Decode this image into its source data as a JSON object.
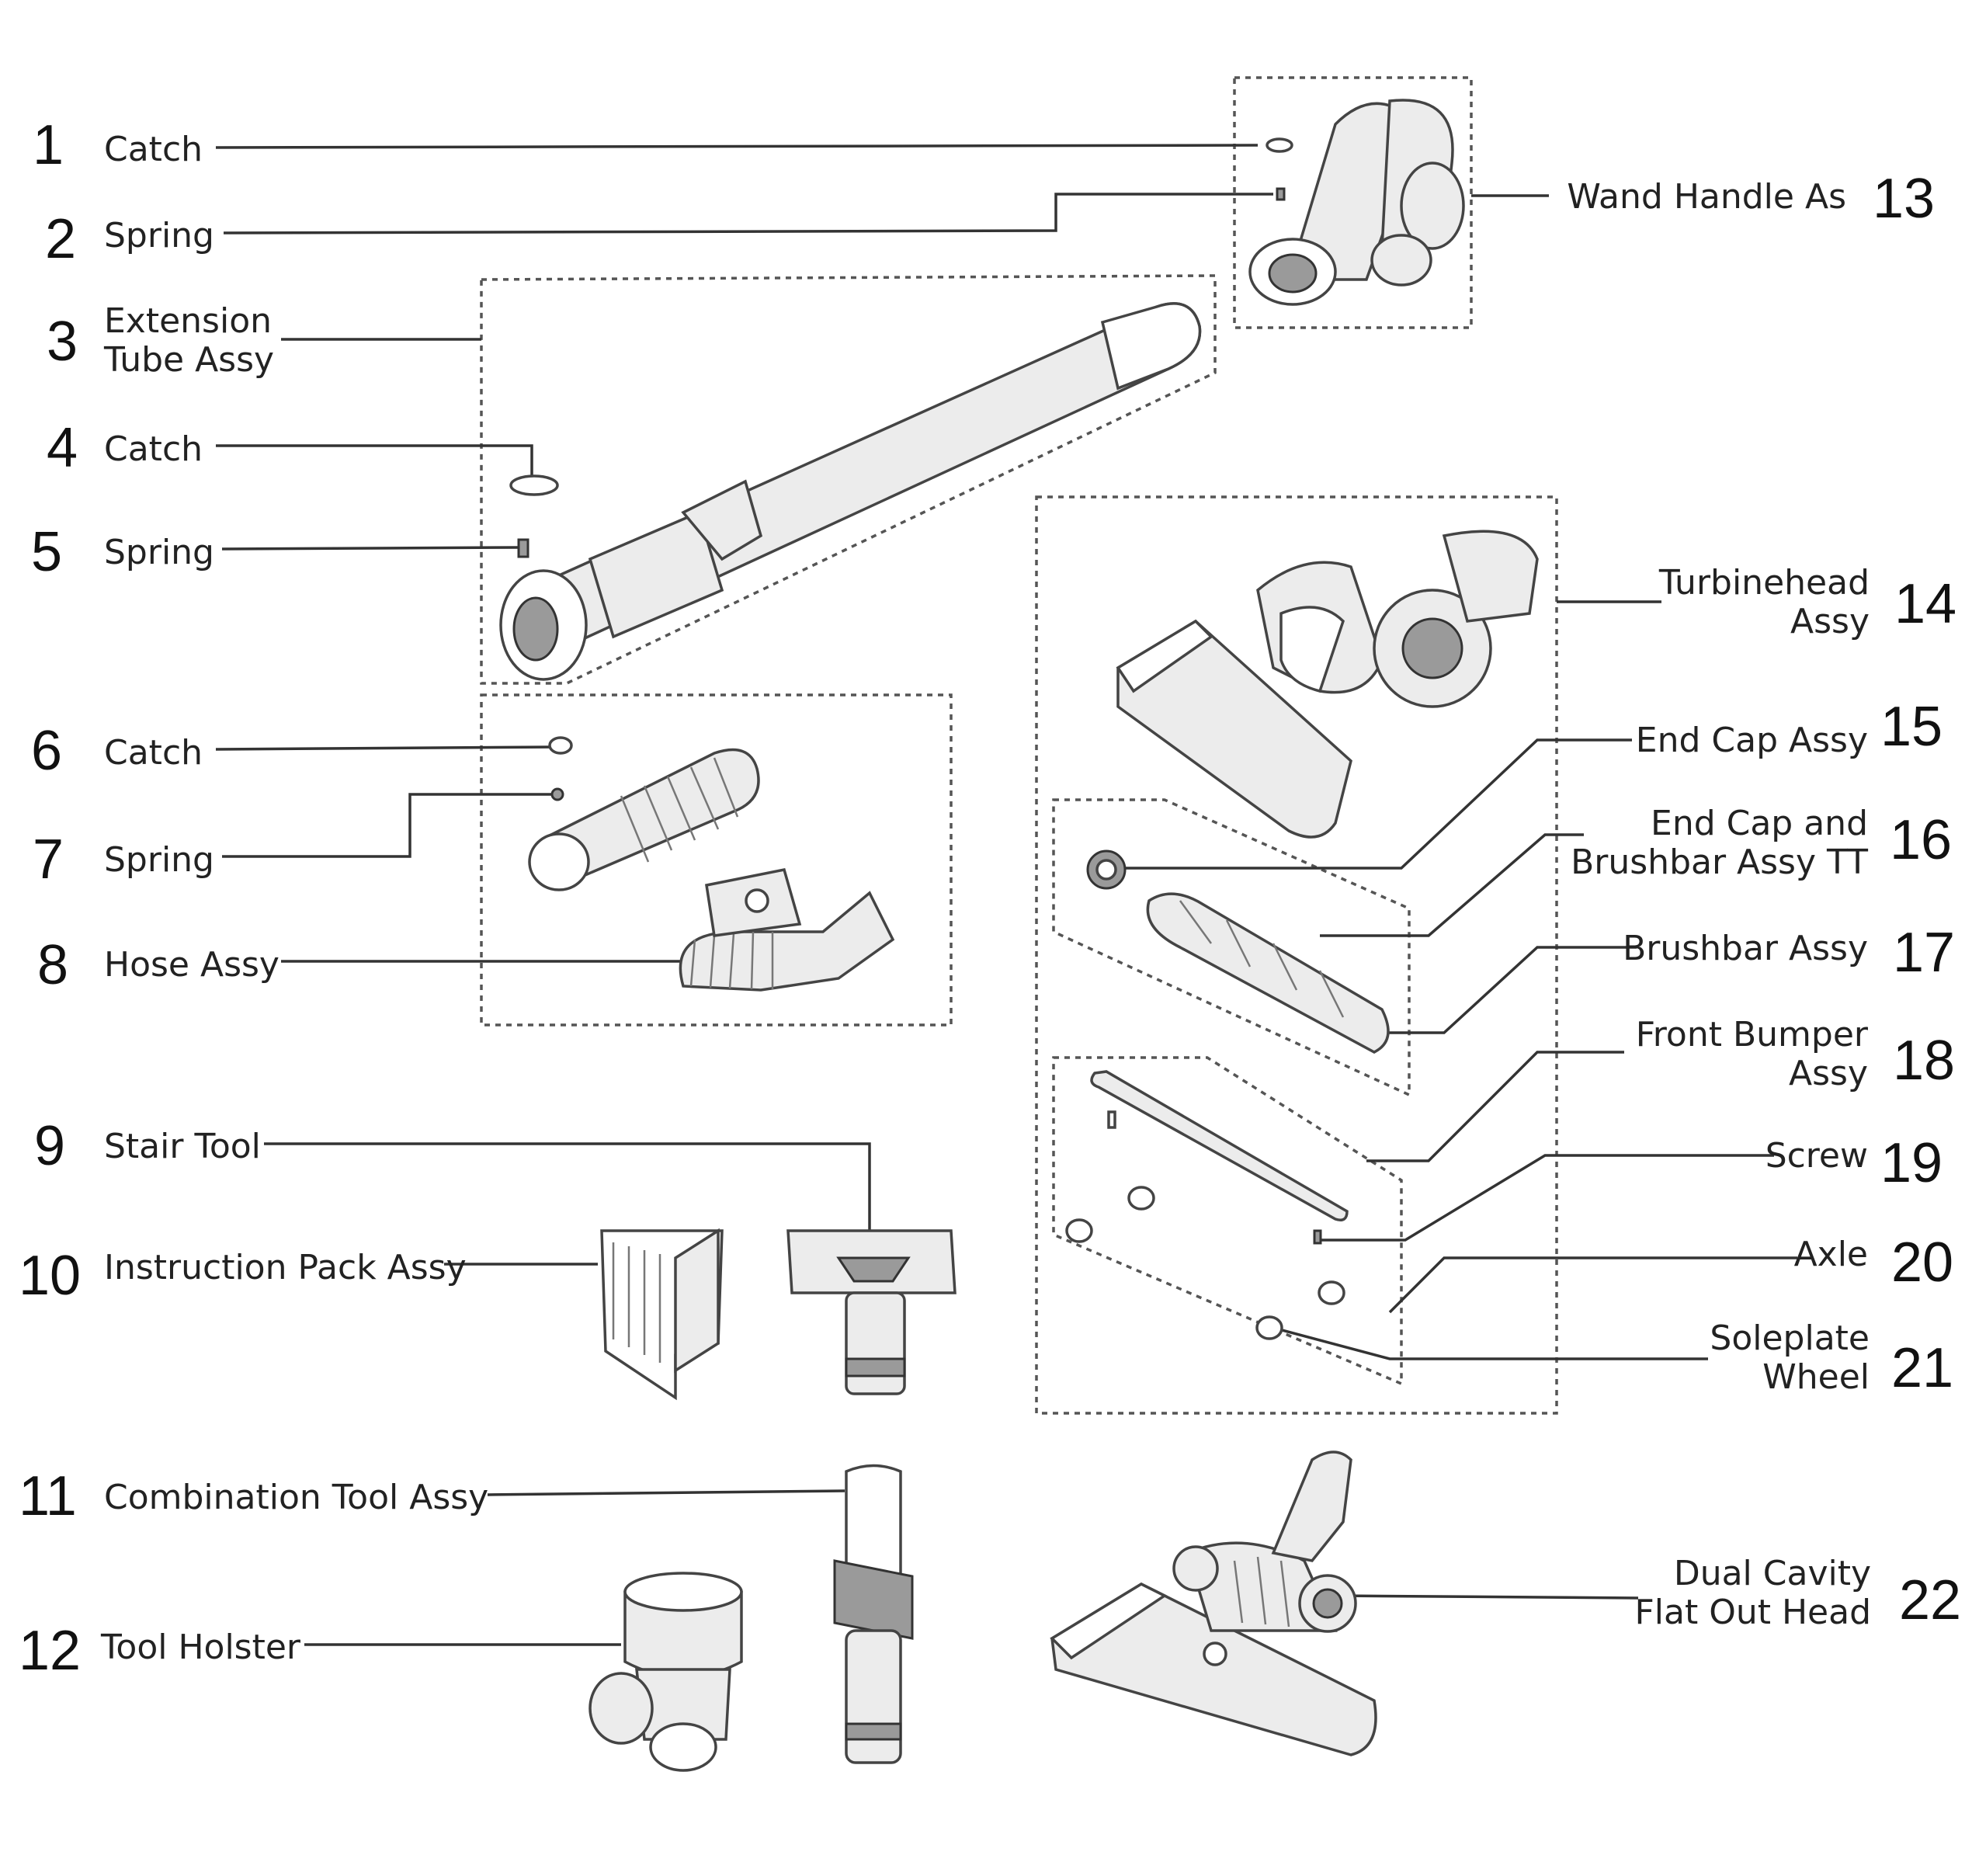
{
  "parts": [
    {
      "num": "1",
      "label": [
        "Catch"
      ]
    },
    {
      "num": "2",
      "label": [
        "Spring"
      ]
    },
    {
      "num": "3",
      "label": [
        "Extension",
        "Tube Assy"
      ]
    },
    {
      "num": "4",
      "label": [
        "Catch"
      ]
    },
    {
      "num": "5",
      "label": [
        "Spring"
      ]
    },
    {
      "num": "6",
      "label": [
        "Catch"
      ]
    },
    {
      "num": "7",
      "label": [
        "Spring"
      ]
    },
    {
      "num": "8",
      "label": [
        "Hose Assy"
      ]
    },
    {
      "num": "9",
      "label": [
        "Stair Tool"
      ]
    },
    {
      "num": "10",
      "label": [
        "Instruction Pack Assy"
      ]
    },
    {
      "num": "11",
      "label": [
        "Combination Tool Assy"
      ]
    },
    {
      "num": "12",
      "label": [
        "Tool Holster"
      ]
    },
    {
      "num": "13",
      "label": [
        "Wand Handle As"
      ]
    },
    {
      "num": "14",
      "label": [
        "Turbinehead",
        "Assy"
      ]
    },
    {
      "num": "15",
      "label": [
        "End Cap Assy"
      ]
    },
    {
      "num": "16",
      "label": [
        "End Cap and",
        "Brushbar Assy TT"
      ]
    },
    {
      "num": "17",
      "label": [
        "Brushbar Assy"
      ]
    },
    {
      "num": "18",
      "label": [
        "Front Bumper",
        "Assy"
      ]
    },
    {
      "num": "19",
      "label": [
        "Screw"
      ]
    },
    {
      "num": "20",
      "label": [
        "Axle"
      ]
    },
    {
      "num": "21",
      "label": [
        "Soleplate",
        "Wheel"
      ]
    },
    {
      "num": "22",
      "label": [
        "Dual Cavity",
        "Flat Out Head"
      ]
    }
  ]
}
